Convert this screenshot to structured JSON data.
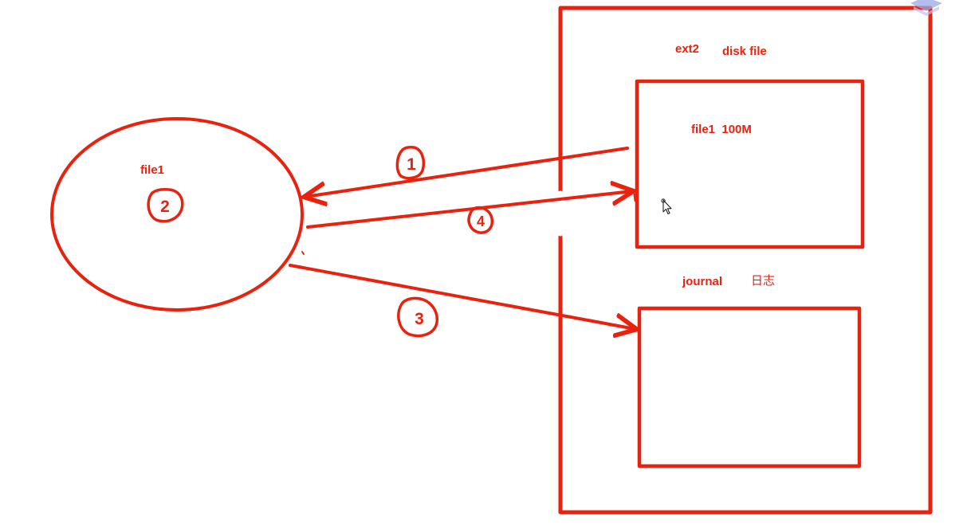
{
  "colors": {
    "ink": "#e8220f",
    "background": "#ffffff",
    "logo": "#9aa8e6"
  },
  "labels": {
    "file1_process": "file1",
    "disk_fs": "ext2",
    "disk_title": "disk file",
    "file1_on_disk": "file1  100M",
    "journal": "journal",
    "journal_cn": "日志"
  },
  "steps": [
    {
      "number": "1",
      "from": "disk-file-box",
      "to": "file1-ellipse"
    },
    {
      "number": "2",
      "at": "file1-ellipse"
    },
    {
      "number": "3",
      "from": "file1-ellipse",
      "to": "journal-box"
    },
    {
      "number": "4",
      "from": "file1-ellipse",
      "to": "disk-file-box"
    }
  ],
  "icons": {
    "pointer": "mouse-pointer-icon",
    "corner": "app-logo-icon"
  }
}
